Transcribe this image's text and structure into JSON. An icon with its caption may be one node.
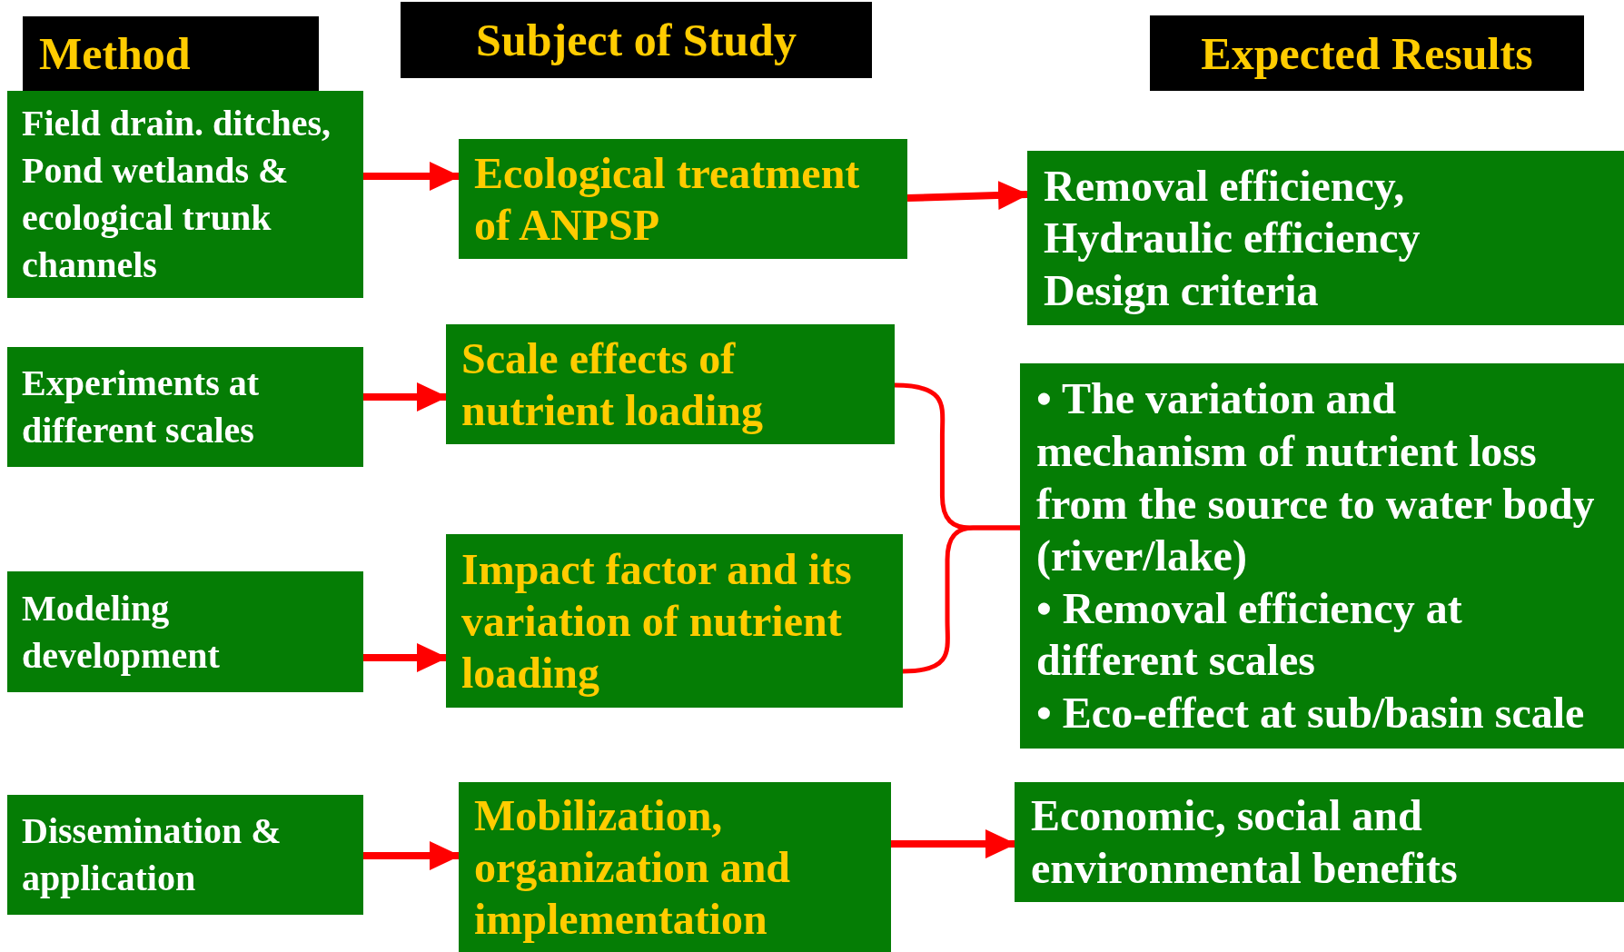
{
  "diagram": {
    "nodes": [
      {
        "text": [
          "Method"
        ]
      },
      {
        "text": [
          "Subject of Study"
        ]
      },
      {
        "text": [
          "Expected Results"
        ]
      },
      {
        "text": [
          "Field drain. ditches, Pond wetlands & ecological trunk channels"
        ]
      },
      {
        "text": [
          "Ecological treatment of ANPSP"
        ]
      },
      {
        "text": [
          "Removal efficiency,",
          "Hydraulic efficiency",
          "Design criteria"
        ]
      },
      {
        "text": [
          "Experiments at different scales"
        ]
      },
      {
        "text": [
          "Scale effects of nutrient loading"
        ]
      },
      {
        "text": [
          "• The variation and mechanism of nutrient loss from the source to water body (river/lake)",
          "•  Removal efficiency at different scales",
          "• Eco-effect at sub/basin scale"
        ]
      },
      {
        "text": [
          "Modeling development"
        ]
      },
      {
        "text": [
          "Impact factor and its variation of nutrient loading"
        ]
      },
      {
        "text": [
          "Dissemination & application"
        ]
      },
      {
        "text": [
          "Mobilization, organization and implementation"
        ]
      },
      {
        "text": [
          "Economic, social and environmental benefits"
        ]
      }
    ],
    "edges": [
      {
        "from": 3,
        "to": 4,
        "arrow": "to"
      },
      {
        "from": 4,
        "to": 5,
        "arrow": "to"
      },
      {
        "from": 6,
        "to": 7,
        "arrow": "to"
      },
      {
        "from": 9,
        "to": 10,
        "arrow": "to"
      },
      {
        "from": 11,
        "to": 12,
        "arrow": "to"
      },
      {
        "from": 12,
        "to": 13,
        "arrow": "to"
      },
      {
        "from": 7,
        "to": 8,
        "arrow": "none"
      },
      {
        "from": 10,
        "to": 8,
        "arrow": "none"
      }
    ]
  }
}
